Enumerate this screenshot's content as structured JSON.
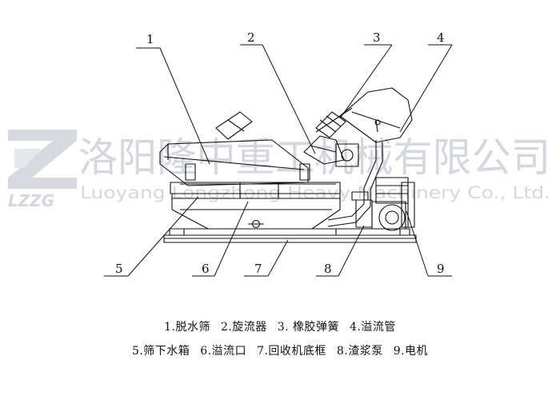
{
  "watermark": {
    "company_cn": "洛阳隆中重工机械有限公司",
    "company_en": "Luoyang Longzhong Heavy Machinery Co., Ltd.",
    "logo_text": "LZZG"
  },
  "callouts": [
    "1",
    "2",
    "3",
    "4",
    "5",
    "6",
    "7",
    "8",
    "9"
  ],
  "legend": {
    "line1": [
      "1.脱水筛",
      "2.旋流器",
      "3. 橡胶弹簧",
      "4.溢流管"
    ],
    "line2": [
      "5.筛下水箱",
      "6.溢流口",
      "7.回收机底框",
      "8.渣浆泵",
      "9.电机"
    ]
  }
}
